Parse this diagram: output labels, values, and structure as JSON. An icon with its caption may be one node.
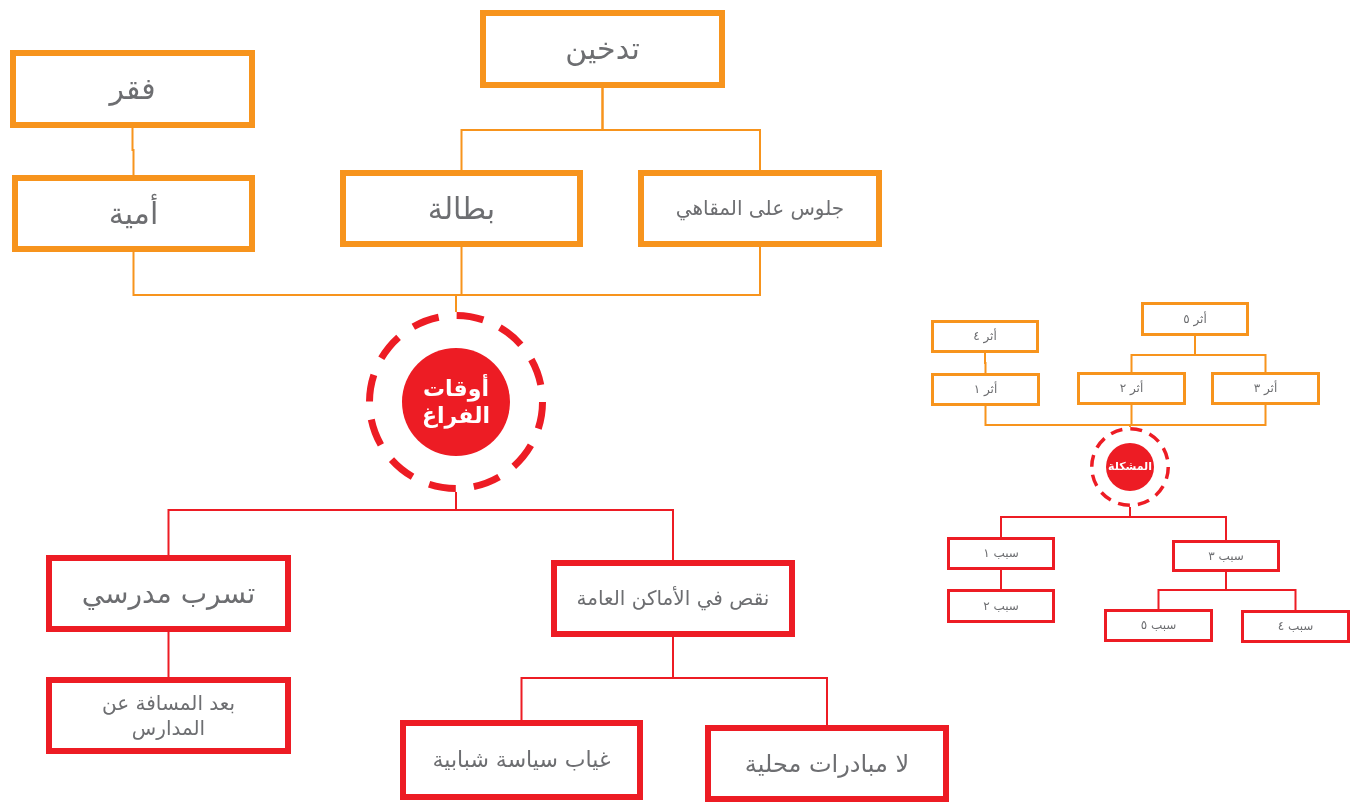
{
  "diagram": {
    "nodes": [
      {
        "text": [
          "تدخين"
        ]
      },
      {
        "text": [
          "فقر"
        ]
      },
      {
        "text": [
          "أمية"
        ]
      },
      {
        "text": [
          "بطالة"
        ]
      },
      {
        "text": [
          "جلوس على المقاهي"
        ]
      },
      {
        "text": [
          "أوقات الفراغ"
        ]
      },
      {
        "text": [
          "تسرب مدرسي"
        ]
      },
      {
        "text": [
          "نقص في الأماكن العامة"
        ]
      },
      {
        "text": [
          "بعد المسافة عن المدارس"
        ]
      },
      {
        "text": [
          "غياب سياسة شبابية"
        ]
      },
      {
        "text": [
          "لا مبادرات محلية"
        ]
      },
      {
        "text": [
          "أثر ٤"
        ]
      },
      {
        "text": [
          "أثر ١"
        ]
      },
      {
        "text": [
          "أثر ٥"
        ]
      },
      {
        "text": [
          "أثر ٢"
        ]
      },
      {
        "text": [
          "أثر ٣"
        ]
      },
      {
        "text": [
          "المشكلة"
        ]
      },
      {
        "text": [
          "سبب ١"
        ]
      },
      {
        "text": [
          "سبب ٣"
        ]
      },
      {
        "text": [
          "سبب ٢"
        ]
      },
      {
        "text": [
          "سبب ٥"
        ]
      },
      {
        "text": [
          "سبب ٤"
        ]
      }
    ],
    "edges": [
      {
        "from": 0,
        "to": 3,
        "arrow": "none"
      },
      {
        "from": 0,
        "to": 4,
        "arrow": "none"
      },
      {
        "from": 1,
        "to": 2,
        "arrow": "none"
      },
      {
        "from": 2,
        "to": 5,
        "arrow": "none"
      },
      {
        "from": 3,
        "to": 5,
        "arrow": "none"
      },
      {
        "from": 4,
        "to": 5,
        "arrow": "none"
      },
      {
        "from": 5,
        "to": 6,
        "arrow": "none",
        "color": "#ed1c24"
      },
      {
        "from": 5,
        "to": 7,
        "arrow": "none",
        "color": "#ed1c24"
      },
      {
        "from": 6,
        "to": 8,
        "arrow": "none",
        "color": "#ed1c24"
      },
      {
        "from": 7,
        "to": 9,
        "arrow": "none",
        "color": "#ed1c24"
      },
      {
        "from": 7,
        "to": 10,
        "arrow": "none",
        "color": "#ed1c24"
      },
      {
        "from": 13,
        "to": 14,
        "arrow": "none"
      },
      {
        "from": 13,
        "to": 15,
        "arrow": "none"
      },
      {
        "from": 11,
        "to": 12,
        "arrow": "none"
      },
      {
        "from": 12,
        "to": 16,
        "arrow": "none"
      },
      {
        "from": 14,
        "to": 16,
        "arrow": "none"
      },
      {
        "from": 15,
        "to": 16,
        "arrow": "none"
      },
      {
        "from": 16,
        "to": 17,
        "arrow": "none",
        "color": "#ed1c24"
      },
      {
        "from": 16,
        "to": 18,
        "arrow": "none",
        "color": "#ed1c24"
      },
      {
        "from": 17,
        "to": 19,
        "arrow": "none",
        "color": "#ed1c24"
      },
      {
        "from": 18,
        "to": 20,
        "arrow": "none",
        "color": "#ed1c24"
      },
      {
        "from": 18,
        "to": 21,
        "arrow": "none",
        "color": "#ed1c24"
      }
    ]
  }
}
